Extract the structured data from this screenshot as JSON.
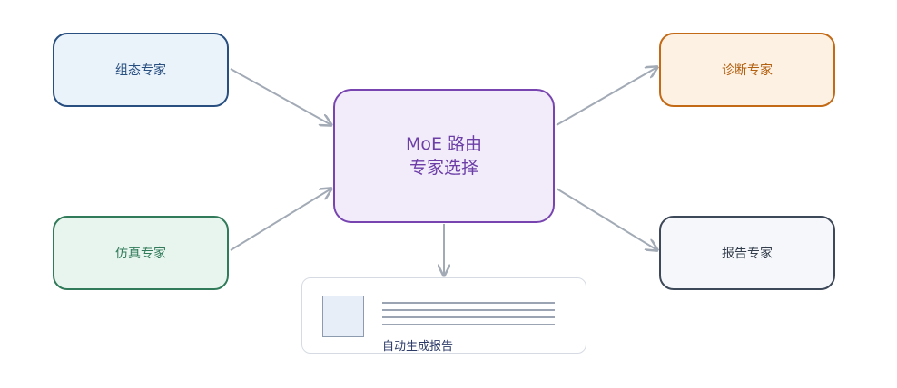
{
  "nodes": {
    "zutai": "组态专家",
    "fangzhen": "仿真专家",
    "zhenduan": "诊断专家",
    "baogao": "报告专家",
    "router_line1": "MoE 路由",
    "router_line2": "专家选择"
  },
  "output": {
    "caption": "自动生成报告"
  },
  "colors": {
    "arrow": "#a2aab5",
    "zutai_border": "#284f80",
    "fangzhen_border": "#327b5a",
    "zhenduan_border": "#c36a16",
    "baogao_border": "#3d4858",
    "router_border": "#7845b0"
  }
}
